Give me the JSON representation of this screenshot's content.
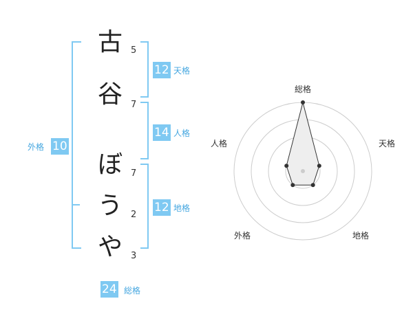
{
  "name_chars": [
    {
      "char": "古",
      "strokes": "5"
    },
    {
      "char": "谷",
      "strokes": "7"
    },
    {
      "char": "ぼ",
      "strokes": "7"
    },
    {
      "char": "う",
      "strokes": "2"
    },
    {
      "char": "や",
      "strokes": "3"
    }
  ],
  "fortunes": {
    "tenkaku": {
      "value": "12",
      "label": "天格"
    },
    "jinkaku": {
      "value": "14",
      "label": "人格"
    },
    "chikaku": {
      "value": "12",
      "label": "地格"
    },
    "gaikaku": {
      "value": "10",
      "label": "外格"
    },
    "soukaku": {
      "value": "24",
      "label": "総格"
    }
  },
  "radar": {
    "labels": {
      "soukaku": "総格",
      "tenkaku": "天格",
      "chikaku": "地格",
      "gaikaku": "外格",
      "jinkaku": "人格"
    },
    "levels": 4,
    "scores": {
      "soukaku": 1.0,
      "tenkaku": 0.25,
      "chikaku": 0.25,
      "gaikaku": 0.25,
      "jinkaku": 0.25
    },
    "colors": {
      "grid": "#cccccc",
      "fill": "#eeeeee",
      "line": "#333333",
      "point": "#333333",
      "center": "#cccccc"
    }
  }
}
